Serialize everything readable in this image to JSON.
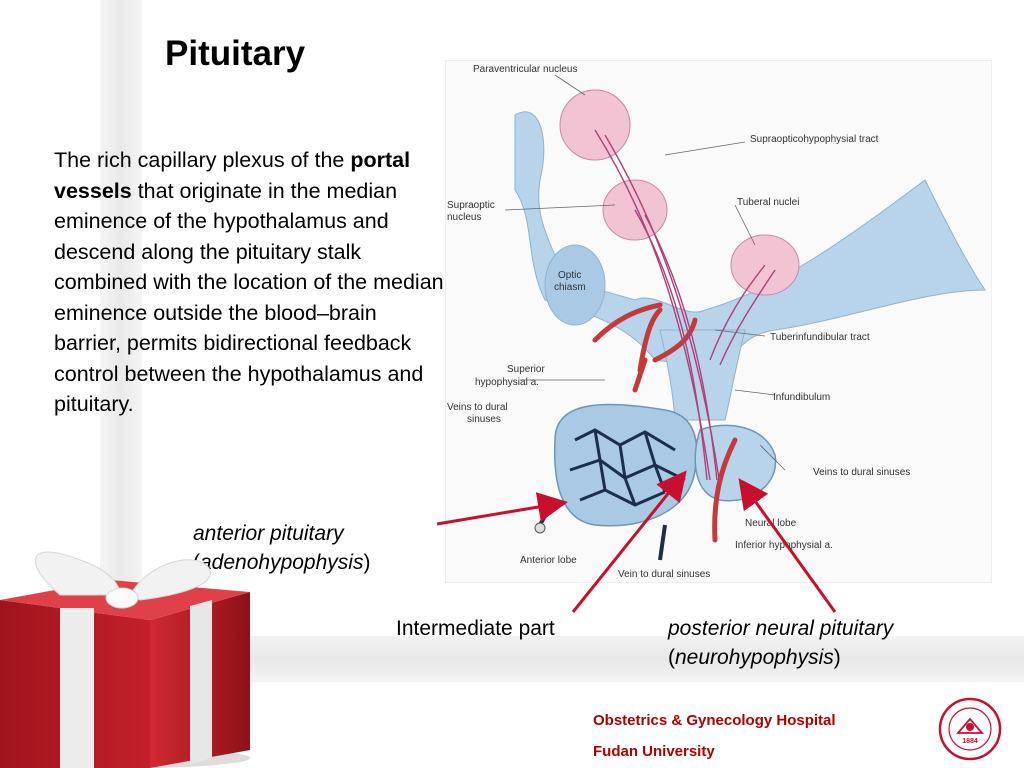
{
  "slide": {
    "title": "Pituitary",
    "paragraph": {
      "before": "The rich capillary plexus of the ",
      "bold": "portal  vessels",
      "after": " that originate in the median eminence of the hypothalamus and descend along the pituitary stalk combined with the location of the median eminence outside the blood–brain barrier, permits bidirectional feedback control between the hypothalamus and pituitary."
    }
  },
  "figure_labels": {
    "paraventricular": "Paraventricular nucleus",
    "supraopticohypo": "Supraopticohypophysial tract",
    "supraoptic_1": "Supraoptic",
    "supraoptic_2": "nucleus",
    "tuberal": "Tuberal nuclei",
    "optic_1": "Optic",
    "optic_2": "chiasm",
    "tuberinfund": "Tuberinfundibular tract",
    "superior_1": "Superior",
    "superior_2": "hypophysial a.",
    "veins_dural_1": "Veins to dural",
    "veins_dural_2": "sinuses",
    "infundibulum": "Infundibulum",
    "veins_dural_right": "Veins to dural sinuses",
    "neural_lobe": "Neural lobe",
    "inferior": "Inferior hypophysial a.",
    "anterior_lobe": "Anterior lobe",
    "vein_dural_bottom": "Vein to dural sinuses"
  },
  "annotations": {
    "anterior_1": "anterior pituitary",
    "anterior_2_open": "(",
    "anterior_2_italic": "adenohypophysis",
    "anterior_2_close": ")",
    "intermediate": "Intermediate part",
    "posterior_1": "posterior neural pituitary",
    "posterior_2_open": "(",
    "posterior_2_italic": "neurohypophysis",
    "posterior_2_close": ")"
  },
  "footer": {
    "line1": "Obstetrics & Gynecology Hospital",
    "line2": "Fudan University"
  },
  "seal": {
    "year": "1884"
  },
  "colors": {
    "accent_red": "#c8102e",
    "footer_red": "#b00000",
    "tissue_blue": "#b8d4ea",
    "nucleus_pink": "#f2c3d3"
  }
}
